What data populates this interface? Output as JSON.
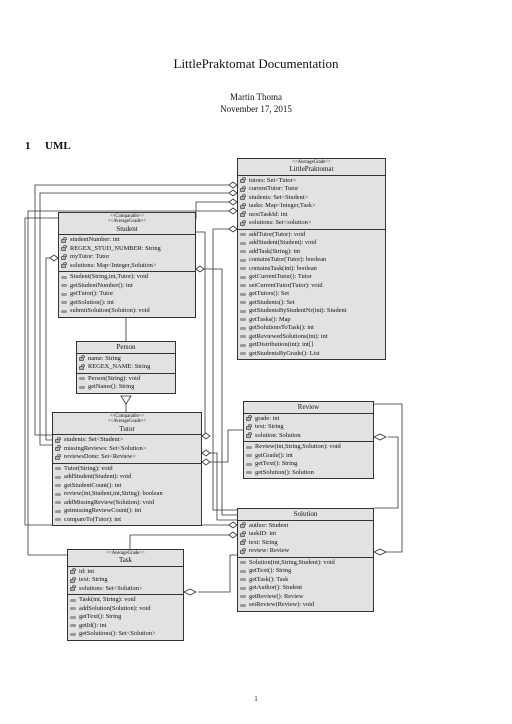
{
  "document": {
    "title": "LittlePraktomat Documentation",
    "author": "Martin Thoma",
    "date": "November 17, 2015",
    "section_number": "1",
    "section_title": "UML",
    "page_number": "1"
  },
  "classes": {
    "littlepraktomat": {
      "stereotypes": [
        "<<AverageGrade>>"
      ],
      "name": "LittlePraktomat",
      "attributes": [
        "tutors: Set<Tutor>",
        "currentTutor: Tutor",
        "students: Set<Student>",
        "tasks: Map<Integer,Task>",
        "nextTaskId: int",
        "solutions: Set<solution>"
      ],
      "methods": [
        "addTutor(Tutor): void",
        "addStudent(Student): void",
        "addTask(String): int",
        "containsTutor(Tutor): boolean",
        "containsTask(int): boolean",
        "getCurrentTutor(): Tutor",
        "setCurrentTutor(Tutor): void",
        "getTutors(): Set",
        "getStudents(): Set",
        "getStudentsByStudentNr(int): Student",
        "getTasks(): Map",
        "getSolutionsToTask(): int",
        "getReviewedSolutions(int): int",
        "getDistribution(int): int[]",
        "getStudentsByGrade(): List"
      ]
    },
    "student": {
      "stereotypes": [
        "<<Comparable>>",
        "<<AverageGrade>>"
      ],
      "name": "Student",
      "attributes": [
        "studentNumber: int",
        "REGEX_STUD_NUMBER: String",
        "myTutor: Tutor",
        "solutions: Map<Integer,Solution>"
      ],
      "methods": [
        "Student(String,int,Tutor): void",
        "getStudentNumber(): int",
        "getTutor(): Tutor",
        "getSolution(): int",
        "submitSolution(Solution): void"
      ]
    },
    "person": {
      "stereotypes": [],
      "name": "Person",
      "attributes": [
        "name: String",
        "REGEX_NAME: String"
      ],
      "methods": [
        "Person(String): void",
        "getName(): String"
      ]
    },
    "tutor": {
      "stereotypes": [
        "<<Comparable>>",
        "<<AverageGrade>>"
      ],
      "name": "Tutor",
      "attributes": [
        "students: Set<Student>",
        "missingReviews: Set<Solution>",
        "reviewsDone: Set<Review>"
      ],
      "methods": [
        "Tutor(String): void",
        "addStudent(Student): void",
        "getStudentCount(): int",
        "review(int,Student,int,String): boolean",
        "addMissingReview(Solution): void",
        "getmissingReviewCount(): int",
        "compareTo(Tutor): int"
      ]
    },
    "review": {
      "stereotypes": [],
      "name": "Review",
      "attributes": [
        "grade: int",
        "text: String",
        "solution: Solution"
      ],
      "methods": [
        "Review(int,String,Solution): void",
        "getGrade(): int",
        "getText(): String",
        "getSolution(): Solution"
      ]
    },
    "solution": {
      "stereotypes": [],
      "name": "Solution",
      "attributes": [
        "author: Student",
        "taskID: int",
        "text: String",
        "review: Review"
      ],
      "methods": [
        "Solution(int,String,Student): void",
        "getText(): String",
        "getTask(): Task",
        "getAuthor(): Student",
        "getReview(): Review",
        "setReview(Review): void"
      ]
    },
    "task": {
      "stereotypes": [
        "<<AverageGrade>>"
      ],
      "name": "Task",
      "attributes": [
        "id: int",
        "text: String",
        "solutions: Set<Solution>"
      ],
      "methods": [
        "Task(int, String): void",
        "addSolution(Solution): void",
        "getText(): String",
        "getId(): int",
        "getSolutions(): Set<Solution>"
      ]
    }
  }
}
